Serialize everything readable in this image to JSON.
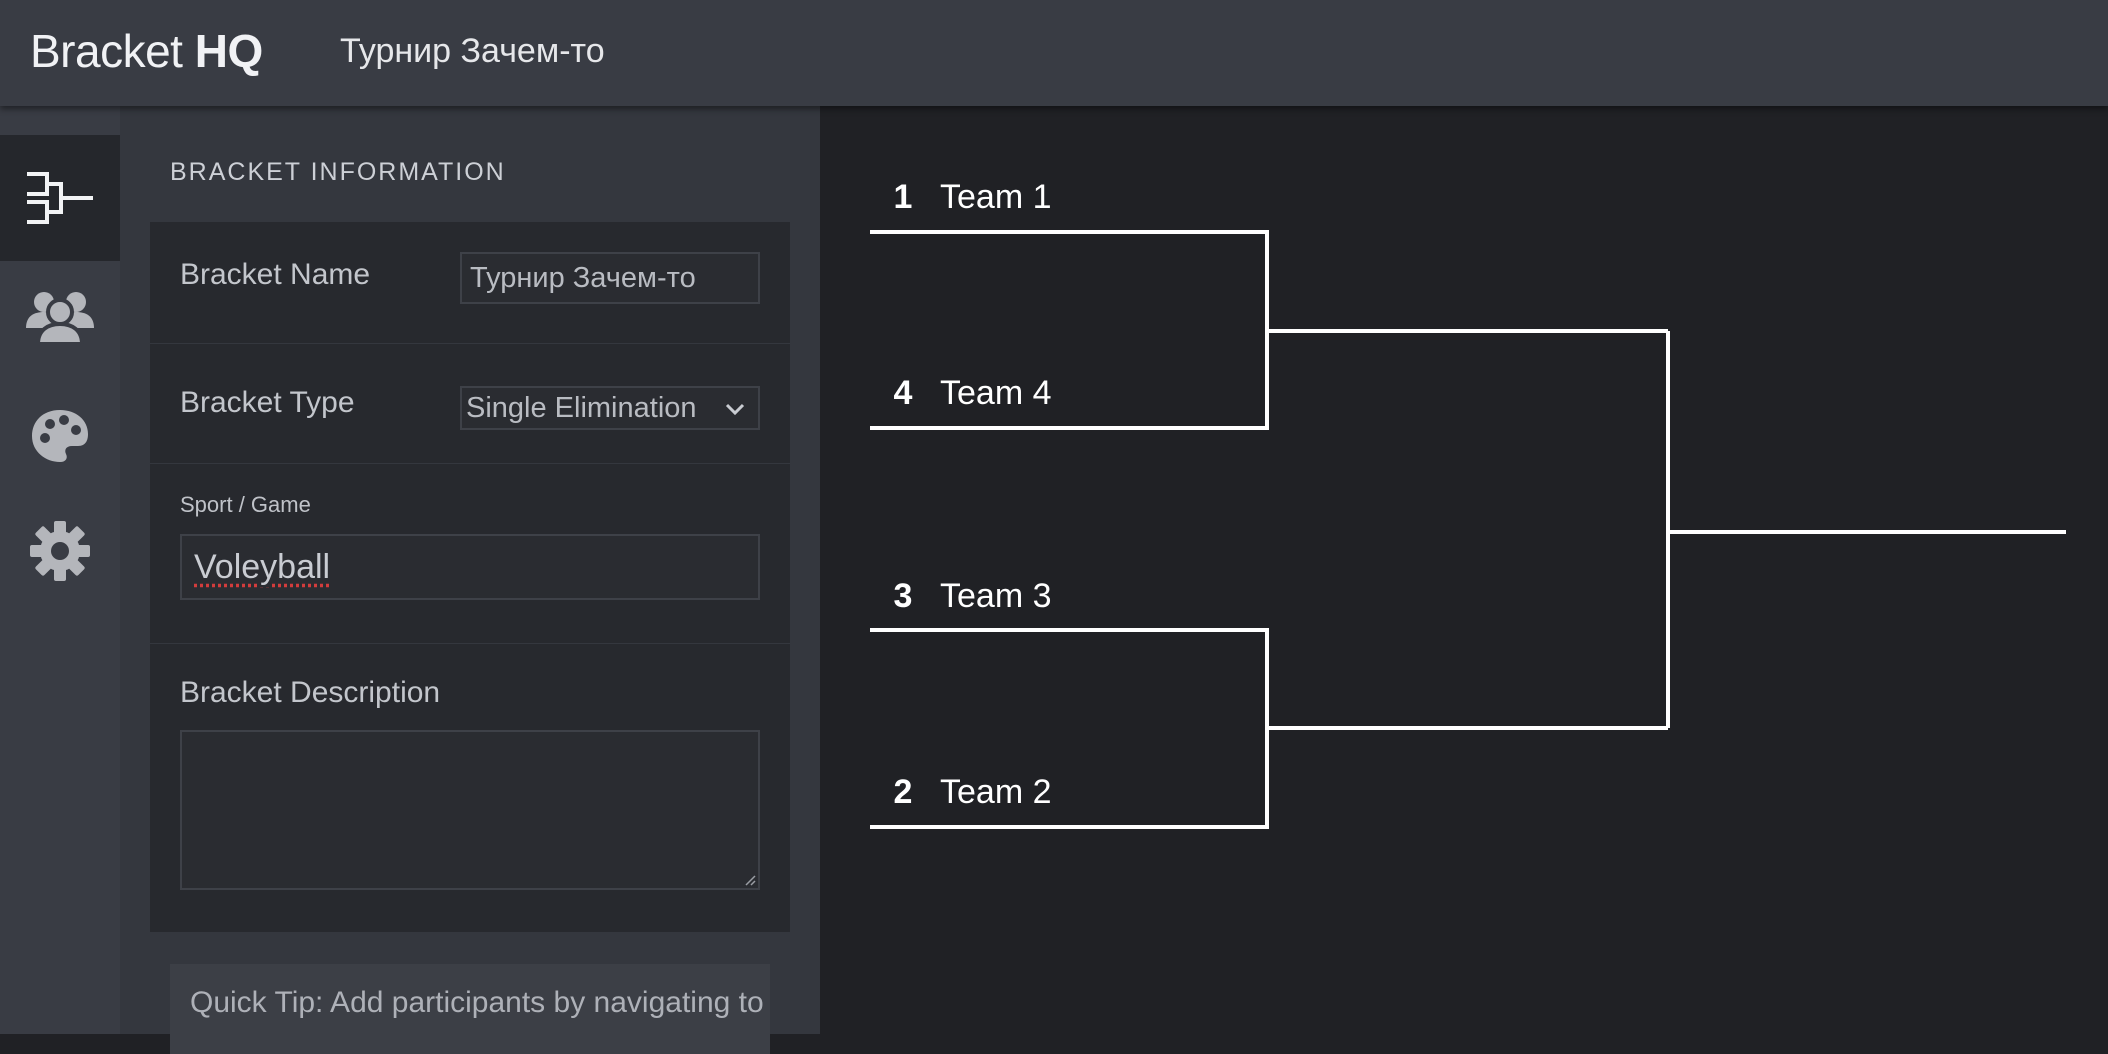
{
  "app": {
    "brand_light": "Bracket",
    "brand_bold": "HQ",
    "tournament_title": "Турнир Зачем-то"
  },
  "sidebar": {
    "items": [
      {
        "icon": "bracket-icon",
        "active": true
      },
      {
        "icon": "users-icon",
        "active": false
      },
      {
        "icon": "palette-icon",
        "active": false
      },
      {
        "icon": "gear-icon",
        "active": false
      }
    ]
  },
  "panel": {
    "heading": "BRACKET INFORMATION",
    "bracket_name_label": "Bracket Name",
    "bracket_name_value": "Турнир Зачем-то",
    "bracket_type_label": "Bracket Type",
    "bracket_type_value": "Single Elimination",
    "sport_label": "Sport / Game",
    "sport_value": "Voleyball",
    "description_label": "Bracket Description",
    "description_value": "",
    "tip": "Quick Tip: Add participants by navigating to"
  },
  "bracket": {
    "matches": [
      {
        "seed": "1",
        "team": "Team 1"
      },
      {
        "seed": "4",
        "team": "Team 4"
      },
      {
        "seed": "3",
        "team": "Team 3"
      },
      {
        "seed": "2",
        "team": "Team 2"
      }
    ]
  },
  "colors": {
    "topbar": "#393c44",
    "panel": "#34373e",
    "card": "#27292e",
    "canvas": "#202125",
    "bracket_lines": "#ffffff"
  }
}
